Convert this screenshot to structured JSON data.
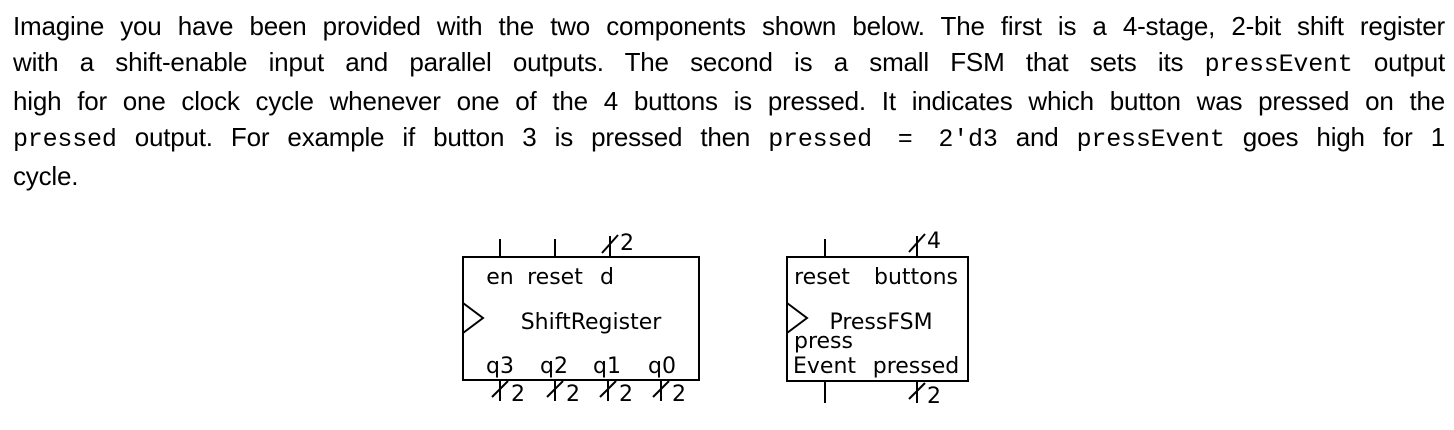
{
  "paragraph": {
    "lines": [
      {
        "segments": [
          {
            "text": "Imagine you have been provided with the two components shown below. The first is a 4-stage, 2-bit shift register",
            "mono": false
          }
        ]
      },
      {
        "segments": [
          {
            "text": "with a shift-enable input and parallel outputs. The second is a small FSM that sets its ",
            "mono": false
          },
          {
            "text": "pressEvent",
            "mono": true
          },
          {
            "text": " output",
            "mono": false
          }
        ]
      },
      {
        "segments": [
          {
            "text": "high for one clock cycle whenever one of the 4 buttons is pressed. It indicates which button was pressed on the",
            "mono": false
          }
        ]
      },
      {
        "segments": [
          {
            "text": "pressed",
            "mono": true
          },
          {
            "text": " output. For example if button 3 is pressed then ",
            "mono": false
          },
          {
            "text": "pressed = 2'd3",
            "mono": true
          },
          {
            "text": " and ",
            "mono": false
          },
          {
            "text": "pressEvent",
            "mono": true
          },
          {
            "text": " goes high for 1",
            "mono": false
          }
        ]
      },
      {
        "segments": [
          {
            "text": "cycle.",
            "mono": false
          }
        ]
      }
    ]
  },
  "figure": {
    "shift_register": {
      "title": "ShiftRegister",
      "input_en": "en",
      "input_reset": "reset",
      "input_d": "d",
      "d_bus_width": "2",
      "output_q3": "q3",
      "output_q2": "q2",
      "output_q1": "q1",
      "output_q0": "q0",
      "q_bus_width": "2"
    },
    "press_fsm": {
      "title": "PressFSM",
      "input_reset": "reset",
      "input_buttons": "buttons",
      "buttons_bus_width": "4",
      "output_press_event_line1": "press",
      "output_press_event_line2": "Event",
      "output_pressed": "pressed",
      "pressed_bus_width": "2"
    },
    "line_color": "#000000",
    "background_color": "#ffffff"
  }
}
